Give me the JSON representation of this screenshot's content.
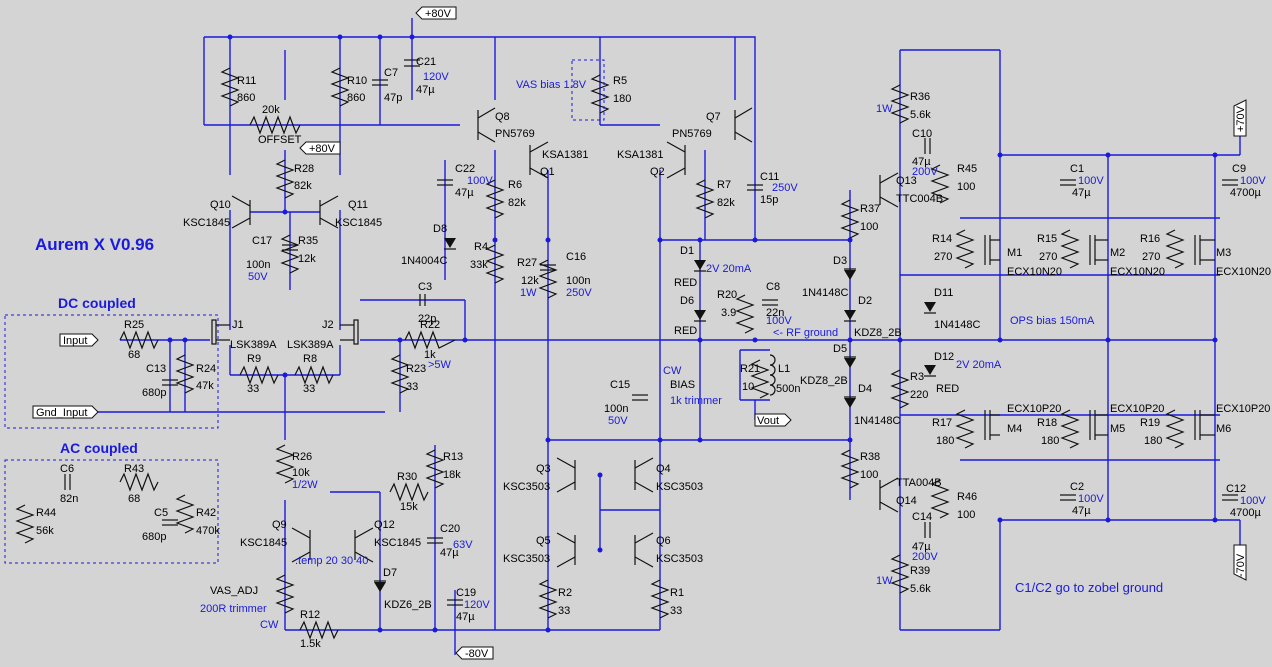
{
  "title": "Aurem X V0.96",
  "sections": {
    "dc_coupled": "DC coupled",
    "ac_coupled": "AC coupled"
  },
  "ports": {
    "p80_top": "+80V",
    "p80_mid": "+80V",
    "p70": "+70V",
    "m70": "-70V",
    "m80": "-80V",
    "input": "Input",
    "gnd_input": "Gnd_Input",
    "vout": "Vout"
  },
  "notes": {
    "vas_bias": "VAS bias 1.8V",
    "rf_ground": "<- RF ground",
    "ops_bias": "OPS bias 150mA",
    "zobel": "C1/C2 go to zobel ground",
    "offset": "OFFSET",
    "temp": ".temp 20 30 40",
    "vas_adj": "VAS_ADJ",
    "vas_adj_trim": "200R trimmer",
    "vas_adj_cw": "CW",
    "bias": "BIAS",
    "bias_trim": "1k trimmer",
    "bias_cw": "CW"
  },
  "resistors": [
    {
      "ref": "R11",
      "val": "860"
    },
    {
      "ref": "R10",
      "val": "860"
    },
    {
      "ref": "R28",
      "val": "82k"
    },
    {
      "ref": "R35",
      "val": "12k"
    },
    {
      "ref": "R25",
      "val": "68"
    },
    {
      "ref": "R24",
      "val": "47k"
    },
    {
      "ref": "R9",
      "val": "33"
    },
    {
      "ref": "R8",
      "val": "33"
    },
    {
      "ref": "R22",
      "val": "1k",
      "extra": ">5W"
    },
    {
      "ref": "R23",
      "val": "33"
    },
    {
      "ref": "R26",
      "val": "10k",
      "extra": "1/2W"
    },
    {
      "ref": "R30",
      "val": "15k"
    },
    {
      "ref": "R13",
      "val": "18k"
    },
    {
      "ref": "R12",
      "val": "1.5k"
    },
    {
      "ref": "R44",
      "val": "56k"
    },
    {
      "ref": "R43",
      "val": "68"
    },
    {
      "ref": "R42",
      "val": "470k"
    },
    {
      "ref": "R4",
      "val": "33k"
    },
    {
      "ref": "R6",
      "val": "82k"
    },
    {
      "ref": "R27",
      "val": "12k",
      "extra": "1W"
    },
    {
      "ref": "R5",
      "val": "180"
    },
    {
      "ref": "R7",
      "val": "82k"
    },
    {
      "ref": "R20",
      "val": "3.9"
    },
    {
      "ref": "R21",
      "val": "10"
    },
    {
      "ref": "R2",
      "val": "33"
    },
    {
      "ref": "R1",
      "val": "33"
    },
    {
      "ref": "R36",
      "val": "5.6k",
      "extra": "1W"
    },
    {
      "ref": "R45",
      "val": "100"
    },
    {
      "ref": "R37",
      "val": "100"
    },
    {
      "ref": "R3",
      "val": "220"
    },
    {
      "ref": "R38",
      "val": "100"
    },
    {
      "ref": "R46",
      "val": "100"
    },
    {
      "ref": "R39",
      "val": "5.6k",
      "extra": "1W"
    },
    {
      "ref": "R14",
      "val": "270"
    },
    {
      "ref": "R15",
      "val": "270"
    },
    {
      "ref": "R16",
      "val": "270"
    },
    {
      "ref": "R17",
      "val": "180"
    },
    {
      "ref": "R18",
      "val": "180"
    },
    {
      "ref": "R19",
      "val": "180"
    }
  ],
  "offset_pot": {
    "val": "20k"
  },
  "capacitors": [
    {
      "ref": "C7",
      "val": "47p"
    },
    {
      "ref": "C21",
      "val": "47µ",
      "rating": "120V"
    },
    {
      "ref": "C17",
      "val": "100n",
      "rating": "50V"
    },
    {
      "ref": "C3",
      "val": "22p"
    },
    {
      "ref": "C13",
      "val": "680p"
    },
    {
      "ref": "C6",
      "val": "82n"
    },
    {
      "ref": "C5",
      "val": "680p"
    },
    {
      "ref": "C20",
      "val": "47µ",
      "rating": "63V"
    },
    {
      "ref": "C19",
      "val": "47µ",
      "rating": "120V"
    },
    {
      "ref": "C22",
      "val": "47µ",
      "rating": "100V"
    },
    {
      "ref": "C16",
      "val": "100n",
      "rating": "250V"
    },
    {
      "ref": "C11",
      "val": "15p",
      "rating": "250V"
    },
    {
      "ref": "C8",
      "val": "22n",
      "rating": "100V"
    },
    {
      "ref": "C15",
      "val": "100n",
      "rating": "50V"
    },
    {
      "ref": "C10",
      "val": "47µ",
      "rating": "200V"
    },
    {
      "ref": "C14",
      "val": "47µ",
      "rating": "200V"
    },
    {
      "ref": "C1",
      "val": "47µ",
      "rating": "100V"
    },
    {
      "ref": "C2",
      "val": "47µ",
      "rating": "100V"
    },
    {
      "ref": "C9",
      "val": "4700µ",
      "rating": "100V"
    },
    {
      "ref": "C12",
      "val": "4700µ",
      "rating": "100V"
    }
  ],
  "transistors": [
    {
      "ref": "Q10",
      "part": "KSC1845"
    },
    {
      "ref": "Q11",
      "part": "KSC1845"
    },
    {
      "ref": "J1",
      "part": "LSK389A"
    },
    {
      "ref": "J2",
      "part": "LSK389A"
    },
    {
      "ref": "Q9",
      "part": "KSC1845"
    },
    {
      "ref": "Q12",
      "part": "KSC1845"
    },
    {
      "ref": "Q8",
      "part": "PN5769"
    },
    {
      "ref": "Q7",
      "part": "PN5769"
    },
    {
      "ref": "Q1",
      "part": "KSA1381"
    },
    {
      "ref": "Q2",
      "part": "KSA1381"
    },
    {
      "ref": "Q3",
      "part": "KSC3503"
    },
    {
      "ref": "Q4",
      "part": "KSC3503"
    },
    {
      "ref": "Q5",
      "part": "KSC3503"
    },
    {
      "ref": "Q6",
      "part": "KSC3503"
    },
    {
      "ref": "Q13",
      "part": "TTC004B"
    },
    {
      "ref": "Q14",
      "part": "TTA004B"
    },
    {
      "ref": "M1",
      "part": "ECX10N20"
    },
    {
      "ref": "M2",
      "part": "ECX10N20"
    },
    {
      "ref": "M3",
      "part": "ECX10N20"
    },
    {
      "ref": "M4",
      "part": "ECX10P20"
    },
    {
      "ref": "M5",
      "part": "ECX10P20"
    },
    {
      "ref": "M6",
      "part": "ECX10P20"
    }
  ],
  "diodes": [
    {
      "ref": "D8",
      "part": "1N4004C"
    },
    {
      "ref": "D7",
      "part": "KDZ6_2B"
    },
    {
      "ref": "D1",
      "part": "RED",
      "rating": "2V 20mA"
    },
    {
      "ref": "D6",
      "part": "RED"
    },
    {
      "ref": "D3",
      "part": "1N4148C"
    },
    {
      "ref": "D2",
      "part": "KDZ8_2B"
    },
    {
      "ref": "D5",
      "part": "KDZ8_2B"
    },
    {
      "ref": "D4",
      "part": "1N4148C"
    },
    {
      "ref": "D11",
      "part": "1N4148C"
    },
    {
      "ref": "D12",
      "part": "RED",
      "rating": "2V 20mA"
    }
  ],
  "inductors": [
    {
      "ref": "L1",
      "val": "500n"
    }
  ]
}
